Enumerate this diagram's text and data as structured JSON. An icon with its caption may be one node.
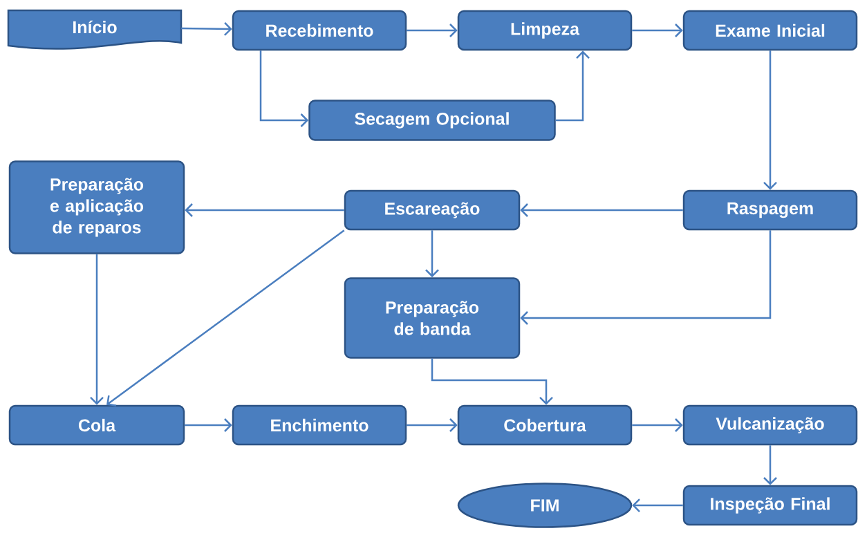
{
  "diagram": {
    "nodes": [
      {
        "text": [
          "Início"
        ]
      },
      {
        "text": [
          "Recebimento"
        ]
      },
      {
        "text": [
          "Limpeza"
        ]
      },
      {
        "text": [
          "Exame Inicial"
        ]
      },
      {
        "text": [
          "Secagem Opcional"
        ]
      },
      {
        "text": [
          "Preparação e aplicação de reparos"
        ]
      },
      {
        "text": [
          "Escareação"
        ]
      },
      {
        "text": [
          "Raspagem"
        ]
      },
      {
        "text": [
          "Preparação de banda"
        ]
      },
      {
        "text": [
          "Cola"
        ]
      },
      {
        "text": [
          "Enchimento"
        ]
      },
      {
        "text": [
          "Cobertura"
        ]
      },
      {
        "text": [
          "Vulcanização"
        ]
      },
      {
        "text": [
          "FIM"
        ]
      },
      {
        "text": [
          "Inspeção Final"
        ]
      }
    ],
    "edges": [
      {
        "from": 0,
        "to": 1,
        "arrow": "to"
      },
      {
        "from": 1,
        "to": 2,
        "arrow": "to"
      },
      {
        "from": 2,
        "to": 3,
        "arrow": "to"
      },
      {
        "from": 1,
        "to": 4,
        "arrow": "to"
      },
      {
        "from": 4,
        "to": 2,
        "arrow": "to"
      },
      {
        "from": 3,
        "to": 7,
        "arrow": "to"
      },
      {
        "from": 7,
        "to": 6,
        "arrow": "to"
      },
      {
        "from": 6,
        "to": 5,
        "arrow": "to"
      },
      {
        "from": 6,
        "to": 8,
        "arrow": "to"
      },
      {
        "from": 7,
        "to": 8,
        "arrow": "to"
      },
      {
        "from": 6,
        "to": 9,
        "arrow": "to"
      },
      {
        "from": 5,
        "to": 9,
        "arrow": "to"
      },
      {
        "from": 8,
        "to": 11,
        "arrow": "to"
      },
      {
        "from": 9,
        "to": 10,
        "arrow": "to"
      },
      {
        "from": 10,
        "to": 11,
        "arrow": "to"
      },
      {
        "from": 11,
        "to": 12,
        "arrow": "to"
      },
      {
        "from": 12,
        "to": 14,
        "arrow": "to"
      },
      {
        "from": 14,
        "to": 13,
        "arrow": "to"
      }
    ]
  }
}
